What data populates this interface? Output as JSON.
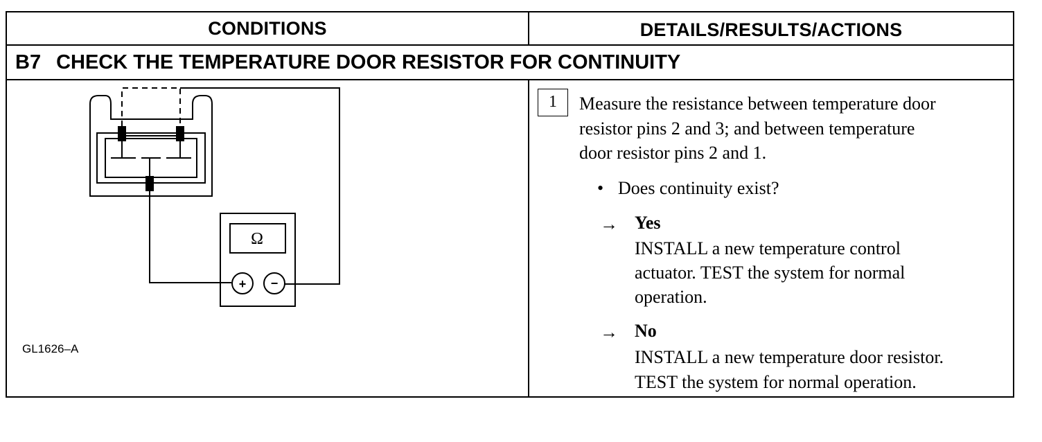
{
  "table": {
    "header_left": "CONDITIONS",
    "header_right": "DETAILS/RESULTS/ACTIONS",
    "section_number": "B7",
    "section_title": "CHECK THE TEMPERATURE DOOR RESISTOR FOR CONTINUITY"
  },
  "figure": {
    "meter_symbol": "Ω",
    "positive_symbol": "+",
    "negative_symbol": "−",
    "label": "GL1626–A"
  },
  "step": {
    "number": "1",
    "instruction_lines": [
      "Measure the resistance between temperature door",
      "resistor pins 2 and 3; and between temperature",
      "door resistor pins 2 and 1."
    ],
    "question": "Does continuity exist?",
    "bullet": "•",
    "arrow": "→",
    "yes": {
      "label": "Yes",
      "lines": [
        "INSTALL a new temperature control",
        "actuator. TEST the system for normal",
        "operation."
      ]
    },
    "no": {
      "label": "No",
      "lines": [
        "INSTALL a new temperature door resistor.",
        "TEST the system for normal operation."
      ]
    }
  }
}
